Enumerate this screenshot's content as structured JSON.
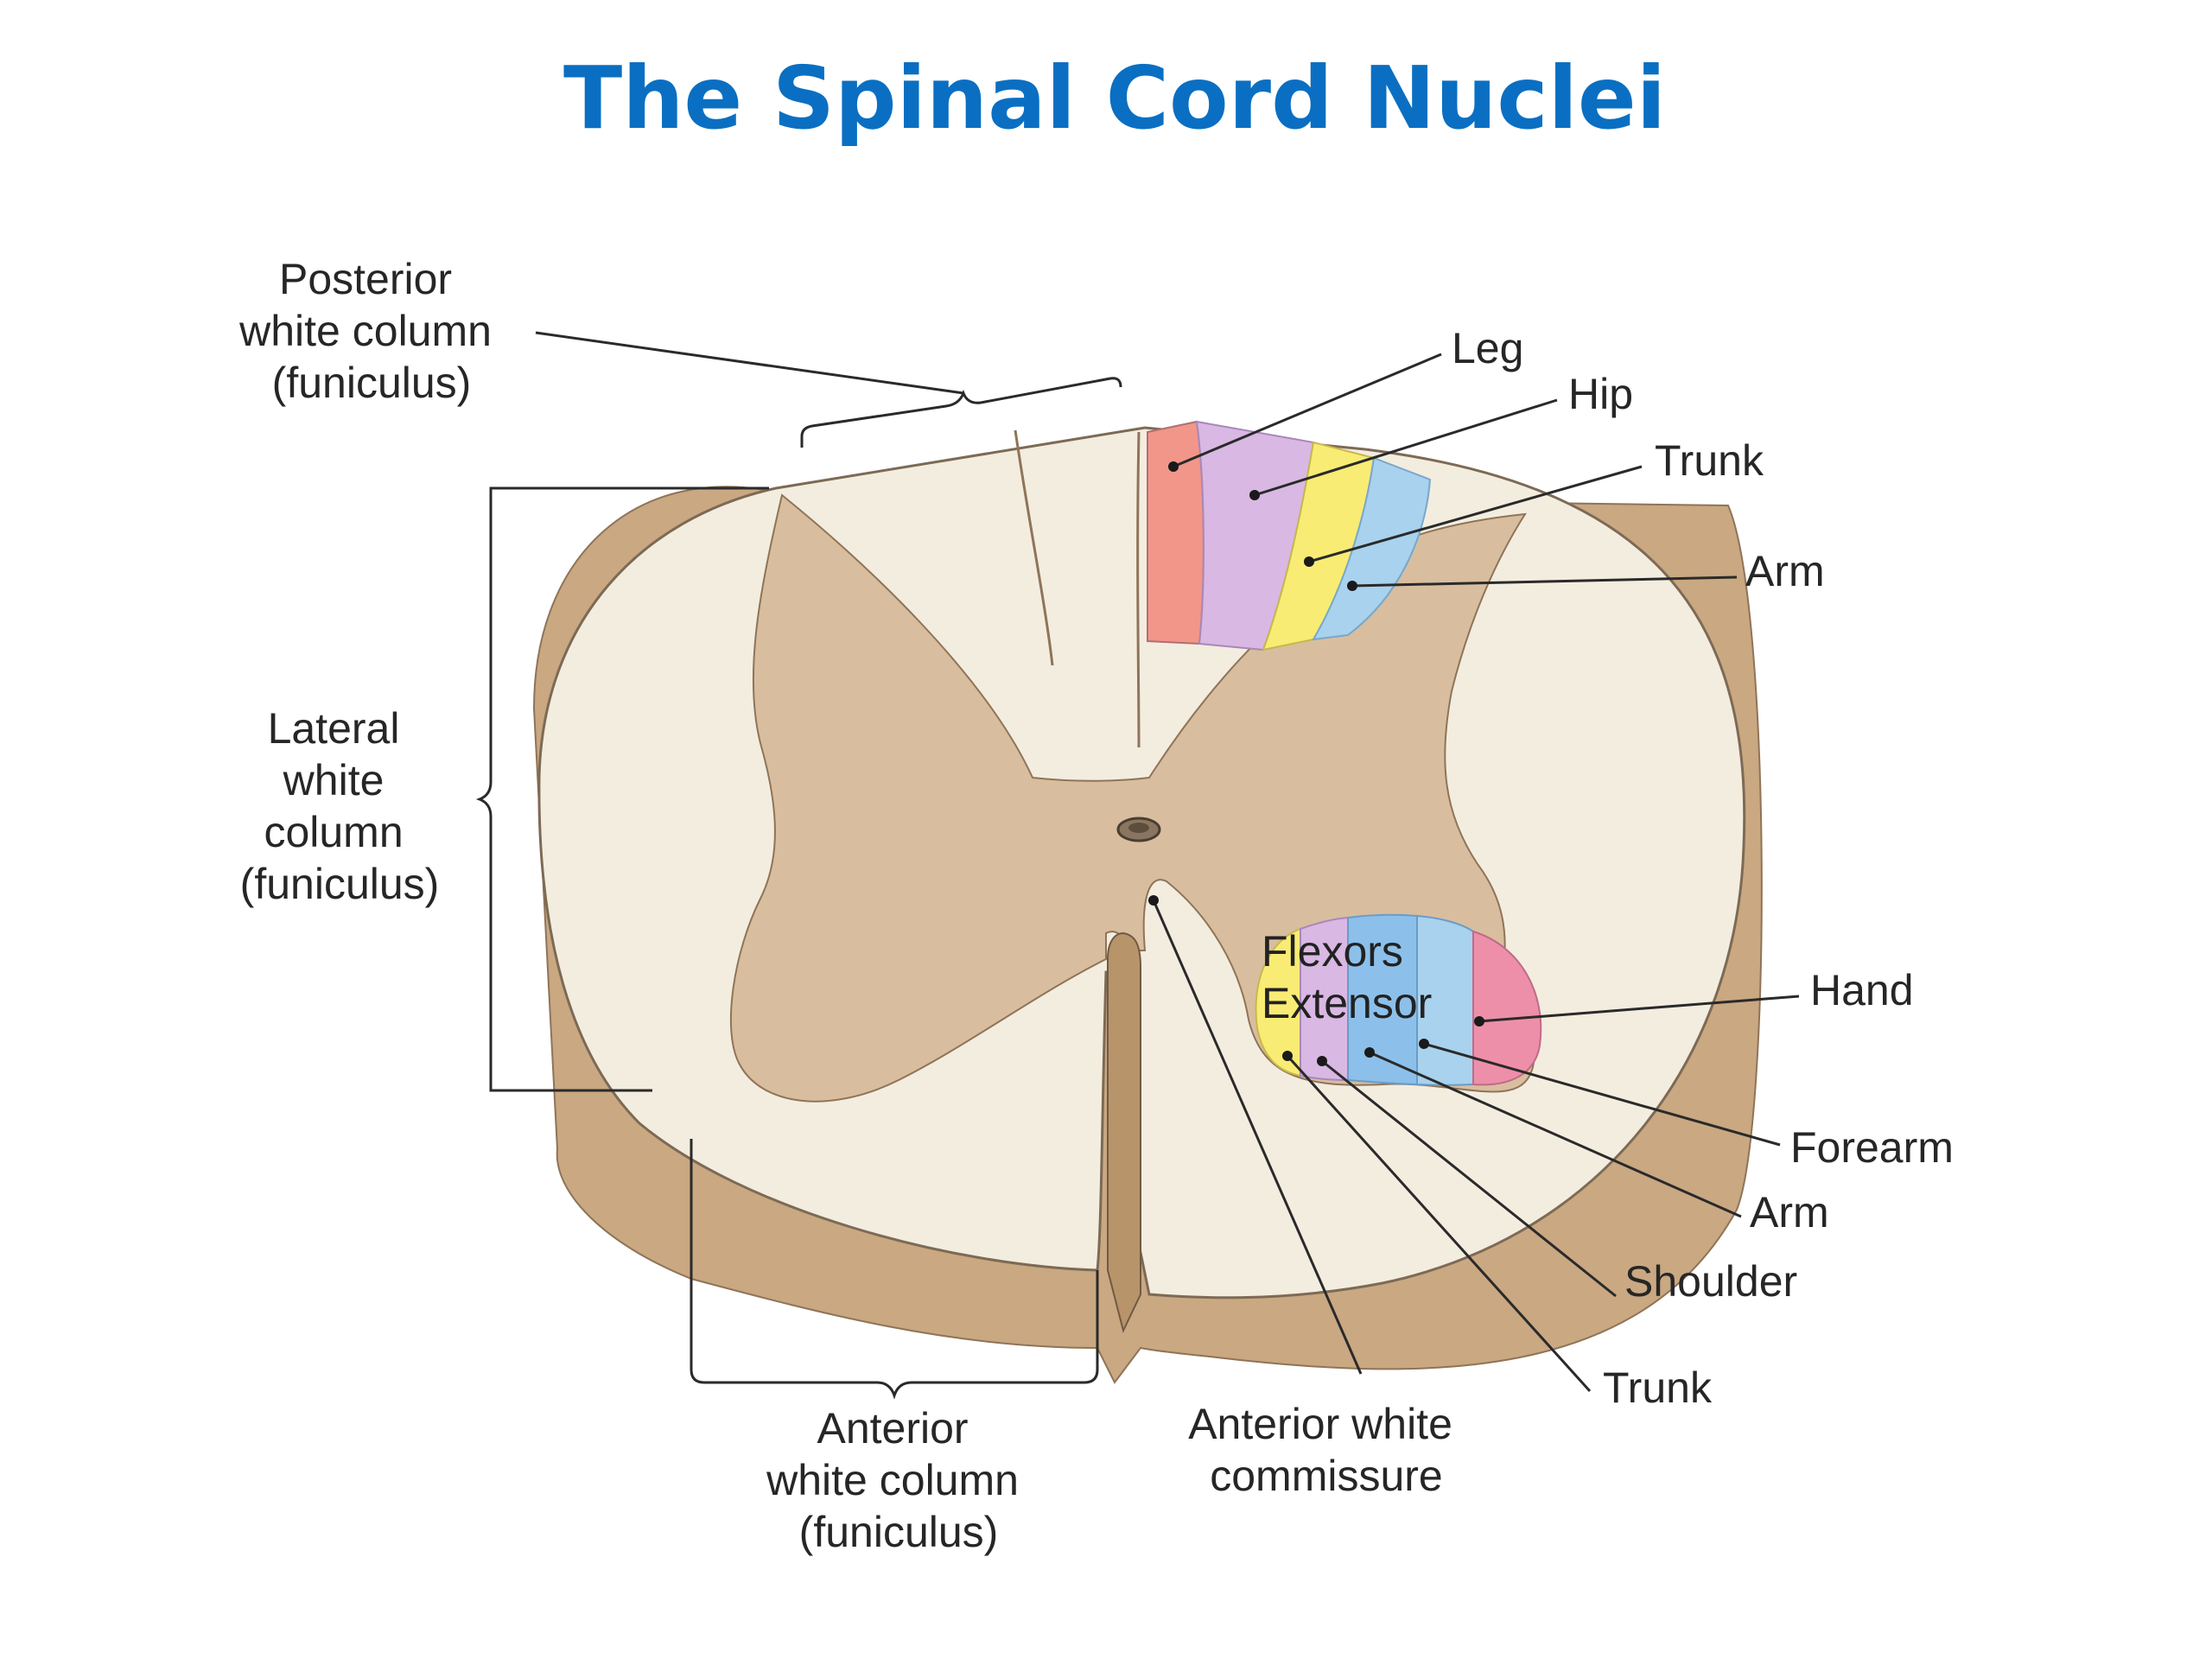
{
  "title": "The Spinal Cord Nuclei",
  "labels": {
    "posterior": [
      "Posterior",
      "white column",
      "(funiculus)"
    ],
    "lateral": [
      "Lateral",
      "white",
      "column",
      "(funiculus)"
    ],
    "anterior": [
      "Anterior",
      "white column",
      "(funiculus)"
    ],
    "commissure": [
      "Anterior white",
      "commissure"
    ]
  },
  "posterior_horn_zones": [
    "Leg",
    "Hip",
    "Trunk",
    "Arm"
  ],
  "anterior_horn_zones": [
    "Hand",
    "Forearm",
    "Arm",
    "Shoulder",
    "Trunk"
  ],
  "anterior_horn_text": [
    "Flexors",
    "Extensor"
  ],
  "colors": {
    "title": "#0A6FC2",
    "white_matter": "#F3EDE0",
    "gray_matter": "#D8BE9F",
    "side": "#C9A882",
    "red": "#F2968A",
    "pink": "#EE8FAA",
    "lilac": "#D9B8E4",
    "yellow": "#F8EC74",
    "blue": "#A8D2EE",
    "blue_dark": "#8CC0EA"
  }
}
